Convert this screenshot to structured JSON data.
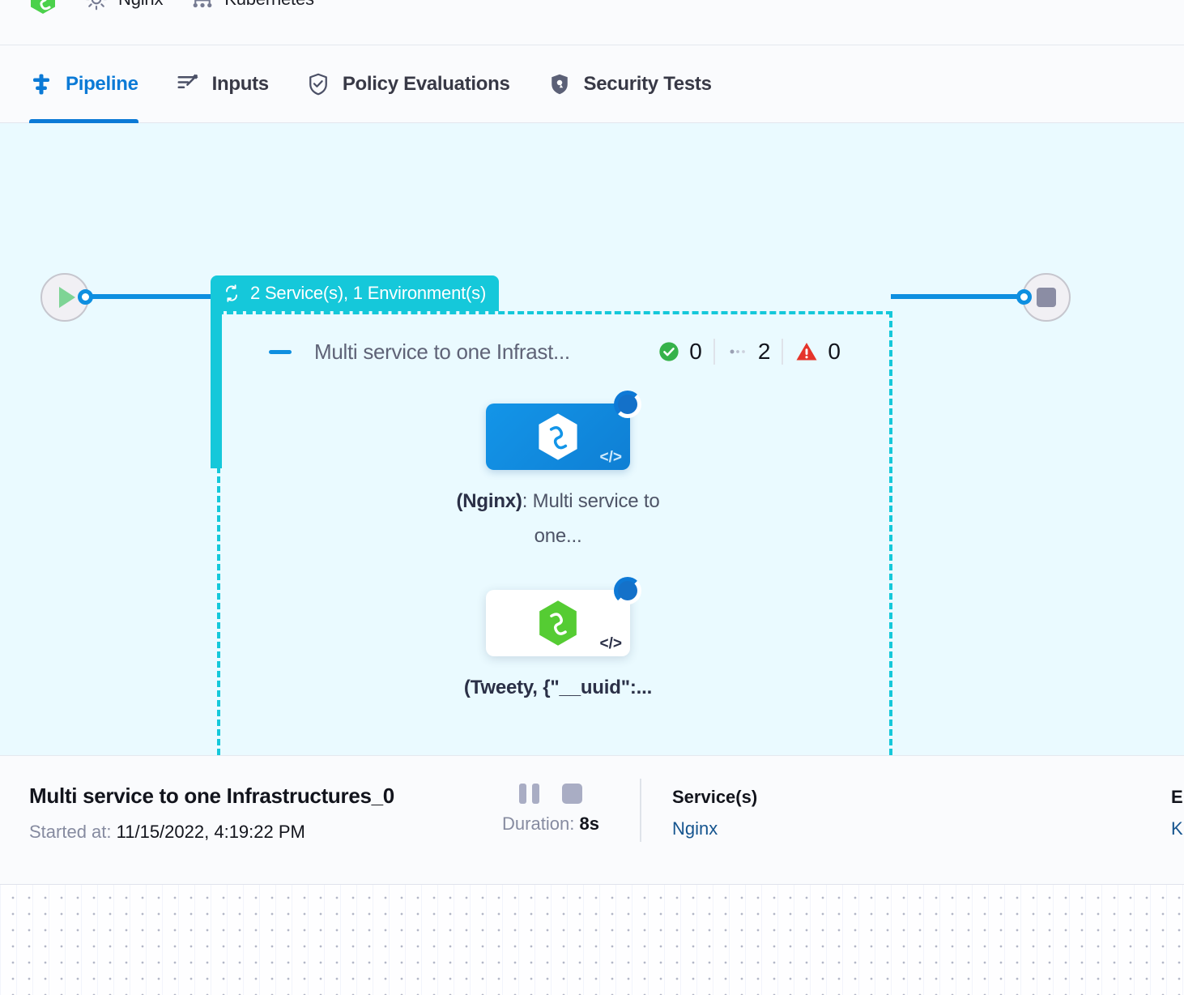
{
  "breadcrumb": {
    "logo_icon": "harness-hexagon-logo",
    "items": [
      {
        "icon": "gear-icon",
        "label": "Nginx"
      },
      {
        "icon": "infrastructure-icon",
        "label": "Kubernetes"
      }
    ]
  },
  "tabs": [
    {
      "label": "Pipeline",
      "icon": "pipeline-icon",
      "active": true
    },
    {
      "label": "Inputs",
      "icon": "inputs-wand-icon",
      "active": false
    },
    {
      "label": "Policy Evaluations",
      "icon": "policy-shield-check-icon",
      "active": false
    },
    {
      "label": "Security Tests",
      "icon": "security-shield-icon",
      "active": false
    }
  ],
  "pipeline": {
    "start_node": {
      "icon": "play-icon"
    },
    "end_node": {
      "icon": "stop-icon"
    },
    "group": {
      "badge_icon": "loop-repeat-icon",
      "badge_label": "2 Service(s), 1 Environment(s)",
      "stage_title": "Multi service to one Infrast...",
      "collapse_icon": "collapse-dash-icon",
      "counts": [
        {
          "icon": "success-check-icon",
          "value": "0",
          "color": "#36b24a"
        },
        {
          "icon": "pending-dots-icon",
          "value": "2",
          "color": "#9aa0b3"
        },
        {
          "icon": "error-warning-icon",
          "value": "0",
          "color": "#e5342a"
        }
      ],
      "nodes": [
        {
          "icon": "harness-hexagon-blue-icon",
          "code_icon": "code-brackets-icon",
          "status_icon": "running-spinner-icon",
          "label_bold": "(Nginx)",
          "label_rest": ": Multi service to one..."
        },
        {
          "icon": "harness-hexagon-green-icon",
          "code_icon": "code-brackets-icon",
          "status_icon": "running-spinner-icon",
          "label_bold": "(Tweety, {\"__uuid\":...",
          "label_rest": ""
        }
      ]
    }
  },
  "details": {
    "title": "Multi service to one Infrastructures_0",
    "started_label": "Started at:",
    "started_value": "11/15/2022, 4:19:22 PM",
    "pause_icon": "pause-icon",
    "stop_icon": "stop-icon",
    "duration_label": "Duration:",
    "duration_value": "8s",
    "services": {
      "heading": "Service(s)",
      "value": "Nginx"
    },
    "environments": {
      "heading": "Envi",
      "value": "Kub"
    }
  },
  "colors": {
    "accent_blue": "#0e8fe0",
    "group_cyan": "#15c8da",
    "canvas_bg": "#eafaff",
    "success_green": "#36b24a",
    "error_red": "#e5342a"
  }
}
